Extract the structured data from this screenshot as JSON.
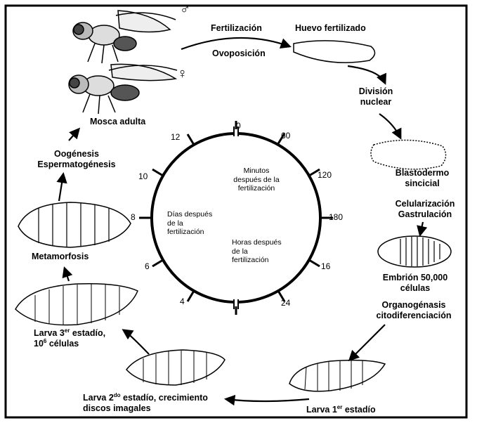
{
  "stages": {
    "adult": "Mosca adulta",
    "male_symbol": "♂",
    "female_symbol": "♀",
    "fertilization": "Fertilización",
    "oviposition": "Ovoposición",
    "fertilized_egg": "Huevo fertilizado",
    "nuclear_division_1": "División",
    "nuclear_division_2": "nuclear",
    "blastoderm_1": "Blastodermo",
    "blastoderm_2": "sincicial",
    "cellularization": "Celularización",
    "gastrulation": "Gastrulación",
    "embryo_1": "Embrión 50,000",
    "embryo_2": "células",
    "organogenesis": "Organogénasis",
    "cytodiff": "citodiferenciación",
    "larva1_pre": "Larva 1",
    "larva1_sup": "er",
    "larva1_post": " estadío",
    "larva2_pre": "Larva 2",
    "larva2_sup": "do",
    "larva2_post": " estadío, crecimiento",
    "larva2_line2": "discos imagales",
    "larva3_pre": "Larva 3",
    "larva3_sup": "er",
    "larva3_post": " estadío,",
    "larva3_cells_pre": "10",
    "larva3_cells_sup": "6",
    "larva3_cells_post": " células",
    "metamorphosis": "Metamorfosis",
    "oogenesis": "Oogénesis",
    "spermatogenesis": "Espermatogénesis"
  },
  "clock": {
    "ticks": {
      "t0": "0",
      "t60": "60",
      "t120": "120",
      "t180": "180",
      "t16": "16",
      "t24": "24",
      "t4": "4",
      "t6": "6",
      "t8": "8",
      "t10": "10",
      "t12": "12"
    },
    "minutes_1": "Minutos",
    "minutes_2": "después de la",
    "minutes_3": "fertilización",
    "days_1": "Días después",
    "days_2": "de la",
    "days_3": "fertilización",
    "hours_1": "Horas después",
    "hours_2": "de la",
    "hours_3": "fertilización"
  }
}
